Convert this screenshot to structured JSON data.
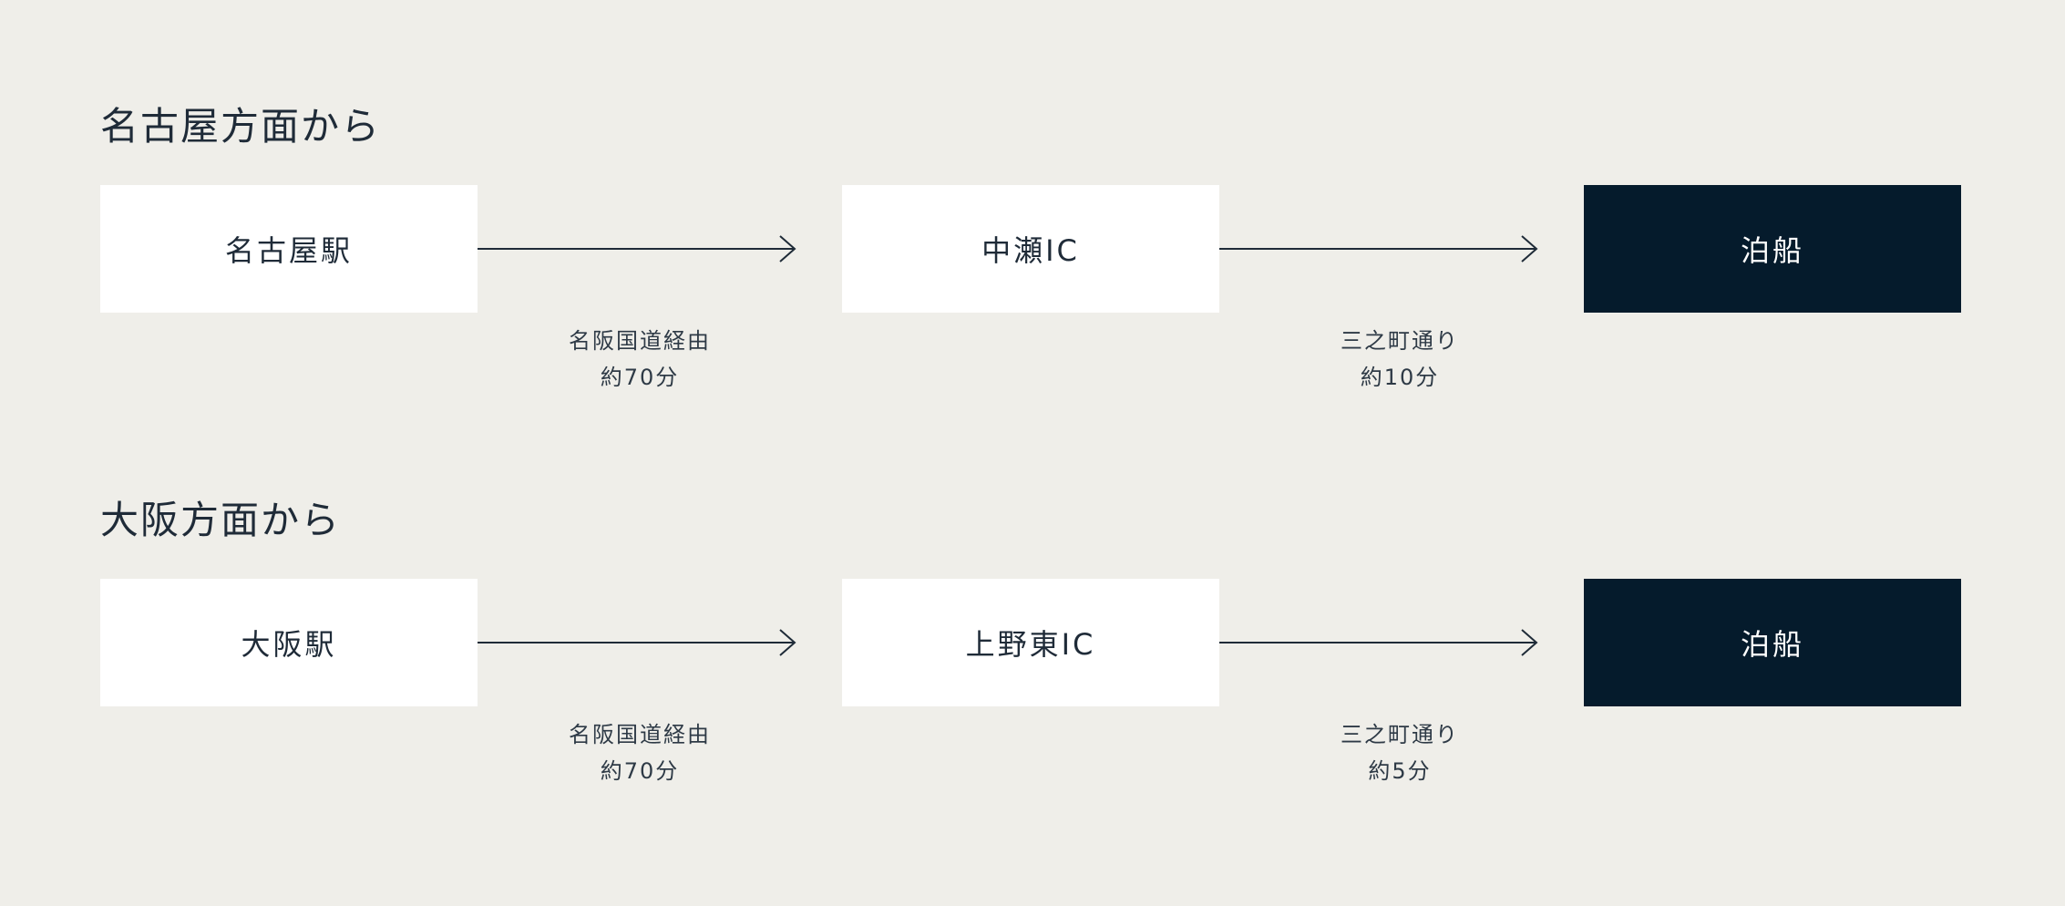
{
  "colors": {
    "background": "#efeee9",
    "box": "#ffffff",
    "destination": "#051b2c",
    "text": "#1f2b38",
    "arrow": "#1f2b38"
  },
  "sections": [
    {
      "title": "名古屋方面から",
      "origin": "名古屋駅",
      "via": "中瀬IC",
      "destination": "泊船",
      "leg1": {
        "road": "名阪国道経由",
        "time": "約70分"
      },
      "leg2": {
        "road": "三之町通り",
        "time": "約10分"
      }
    },
    {
      "title": "大阪方面から",
      "origin": "大阪駅",
      "via": "上野東IC",
      "destination": "泊船",
      "leg1": {
        "road": "名阪国道経由",
        "time": "約70分"
      },
      "leg2": {
        "road": "三之町通り",
        "time": "約5分"
      }
    }
  ]
}
